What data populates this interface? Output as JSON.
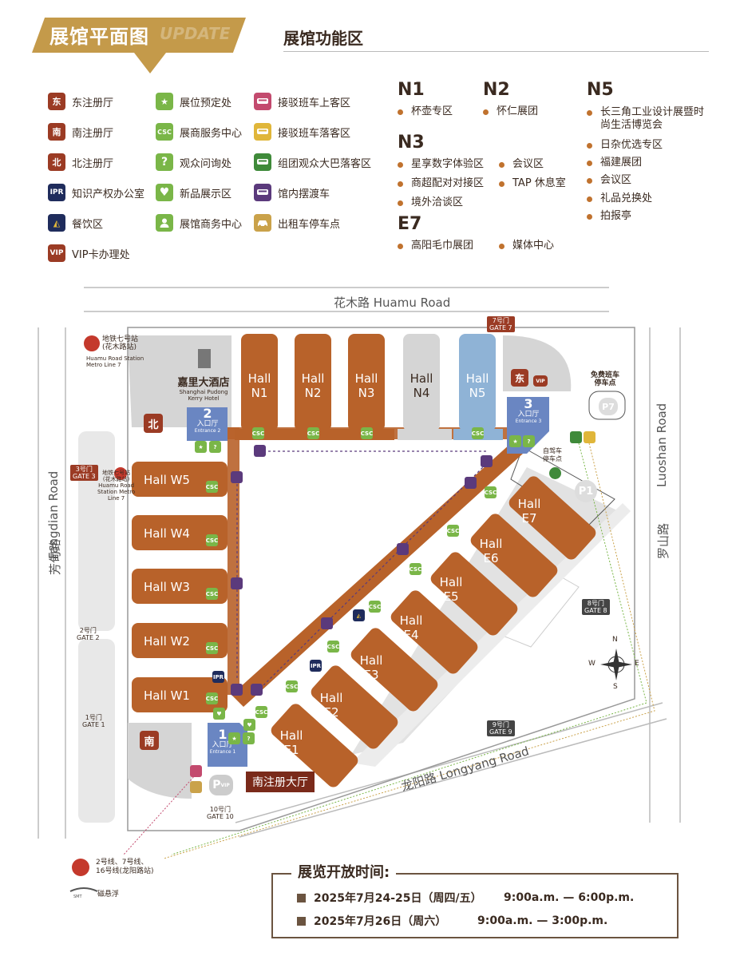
{
  "header": {
    "title": "展馆平面图",
    "ghost_text": "UPDATE",
    "section_title": "展馆功能区"
  },
  "legend": {
    "col1": [
      {
        "icon": "东",
        "label": "东注册厅",
        "icon_name": "east-registration-icon"
      },
      {
        "icon": "南",
        "label": "南注册厅",
        "icon_name": "south-registration-icon"
      },
      {
        "icon": "北",
        "label": "北注册厅",
        "icon_name": "north-registration-icon"
      },
      {
        "icon": "IPR",
        "label": "知识产权办公室",
        "icon_name": "ipr-icon"
      },
      {
        "icon": "◭",
        "label": "餐饮区",
        "icon_name": "dining-icon"
      },
      {
        "icon": "VIP",
        "label": "VIP卡办理处",
        "icon_name": "vip-icon"
      }
    ],
    "col2": [
      {
        "icon": "★",
        "label": "展位预定处",
        "icon_name": "booth-booking-icon"
      },
      {
        "icon": "CSC",
        "label": "展商服务中心",
        "icon_name": "csc-icon"
      },
      {
        "icon": "?",
        "label": "观众问询处",
        "icon_name": "visitor-inquiry-icon"
      },
      {
        "icon": "♥",
        "label": "新品展示区",
        "icon_name": "new-product-icon"
      },
      {
        "icon": "👤",
        "label": "展馆商务中心",
        "icon_name": "business-center-icon"
      }
    ],
    "col3": [
      {
        "icon": "▭",
        "label": "接驳班车上客区",
        "icon_name": "shuttle-pickup-icon"
      },
      {
        "icon": "▭",
        "label": "接驳班车落客区",
        "icon_name": "shuttle-dropoff-icon"
      },
      {
        "icon": "▭",
        "label": "组团观众大巴落客区",
        "icon_name": "group-bus-icon"
      },
      {
        "icon": "▭",
        "label": "馆内摆渡车",
        "icon_name": "ferry-bus-icon"
      },
      {
        "icon": "▭",
        "label": "出租车停车点",
        "icon_name": "taxi-icon"
      }
    ]
  },
  "zones": {
    "n1": {
      "name": "N1",
      "items": [
        "杯壶专区"
      ]
    },
    "n2": {
      "name": "N2",
      "items": [
        "怀仁展团"
      ]
    },
    "n3": {
      "name": "N3",
      "items": [
        "星享数字体验区",
        "会议区",
        "商超配对对接区",
        "TAP 休息室",
        "境外洽谈区"
      ]
    },
    "e7": {
      "name": "E7",
      "items": [
        "高阳毛巾展团",
        "媒体中心"
      ]
    },
    "n5": {
      "name": "N5",
      "items": [
        "长三角工业设计展暨时尚生活博览会",
        "日杂优选专区",
        "福建展团",
        "会议区",
        "礼品兑换处",
        "拍报亭"
      ]
    }
  },
  "map": {
    "roads": {
      "north": "花木路 Huamu Road",
      "west_cn": "芳甸路",
      "west_en": "Fangdian Road",
      "east_cn": "罗山路",
      "east_en": "Luoshan Road",
      "south": "龙阳路 Longyang Road"
    },
    "metro_top": {
      "cn": "地铁七号站",
      "cn2": "(花木路站)",
      "en": "Huamu Road Station",
      "en2": "Metro Line 7"
    },
    "metro_west": {
      "cn": "地铁七号站",
      "cn2": "(花木路站)",
      "en": "Huamu Road",
      "en2": "Station Metro",
      "en3": "Line 7"
    },
    "metro_bottom": {
      "l1": "2号线、7号线、",
      "l2": "16号线(龙阳路站)"
    },
    "maglev": "磁悬浮",
    "maglev_logo": "SMT",
    "hotel": {
      "cn": "嘉里大酒店",
      "en": "Shanghai Pudong",
      "en2": "Kerry Hotel"
    },
    "north_halls": [
      {
        "l1": "Hall",
        "l2": "N1"
      },
      {
        "l1": "Hall",
        "l2": "N2"
      },
      {
        "l1": "Hall",
        "l2": "N3"
      },
      {
        "l1": "Hall",
        "l2": "N4"
      },
      {
        "l1": "Hall",
        "l2": "N5"
      }
    ],
    "west_halls": [
      "Hall W5",
      "Hall W4",
      "Hall W3",
      "Hall W2",
      "Hall W1"
    ],
    "east_halls": [
      {
        "l1": "Hall",
        "l2": "E1"
      },
      {
        "l1": "Hall",
        "l2": "E2"
      },
      {
        "l1": "Hall",
        "l2": "E3"
      },
      {
        "l1": "Hall",
        "l2": "E4"
      },
      {
        "l1": "Hall",
        "l2": "E5"
      },
      {
        "l1": "Hall",
        "l2": "E6"
      },
      {
        "l1": "Hall",
        "l2": "E7"
      }
    ],
    "entrances": {
      "e1": {
        "num": "1",
        "cn": "入口厅",
        "en": "Entrance 1"
      },
      "e2": {
        "num": "2",
        "cn": "入口厅",
        "en": "Entrance 2"
      },
      "e3": {
        "num": "3",
        "cn": "入口厅",
        "en": "Entrance 3"
      }
    },
    "gates": {
      "g1": {
        "cn": "1号门",
        "en": "GATE 1"
      },
      "g2": {
        "cn": "2号门",
        "en": "GATE 2"
      },
      "g3": {
        "cn": "3号门",
        "en": "GATE 3"
      },
      "g7": {
        "cn": "7号门",
        "en": "GATE 7"
      },
      "g8": {
        "cn": "8号门",
        "en": "GATE 8"
      },
      "g9": {
        "cn": "9号门",
        "en": "GATE 9"
      },
      "g10": {
        "cn": "10号门",
        "en": "GATE 10"
      }
    },
    "south_hall_label": "南注册大厅",
    "shuttle_parking": {
      "l1": "免费班车",
      "l2": "停车点"
    },
    "self_drive": {
      "l1": "自驾车",
      "l2": "停车点"
    },
    "p1": "P1",
    "p7": "P7",
    "pvip": "P",
    "pvip_sub": "VIP",
    "compass": {
      "n": "N",
      "s": "S",
      "e": "E",
      "w": "W"
    },
    "reg_north": "北",
    "reg_south": "南",
    "reg_east": "东",
    "csc": "CSC",
    "ipr": "IPR",
    "vip": "VIP",
    "star": "★",
    "question": "?",
    "heart": "♥"
  },
  "opening": {
    "title": "展览开放时间:",
    "rows": [
      {
        "date": "2025年7月24-25日（周四/五）",
        "time": "9:00a.m. — 6:00p.m."
      },
      {
        "date": "2025年7月26日（周六）",
        "time": "9:00a.m. — 3:00p.m."
      }
    ]
  },
  "colors": {
    "hall": "#b8622a",
    "hall_grey": "#d5d5d5",
    "hall_blue": "#8fb3d6",
    "accent_gold": "#c49a4a",
    "entrance_blue": "#6a86c2"
  }
}
